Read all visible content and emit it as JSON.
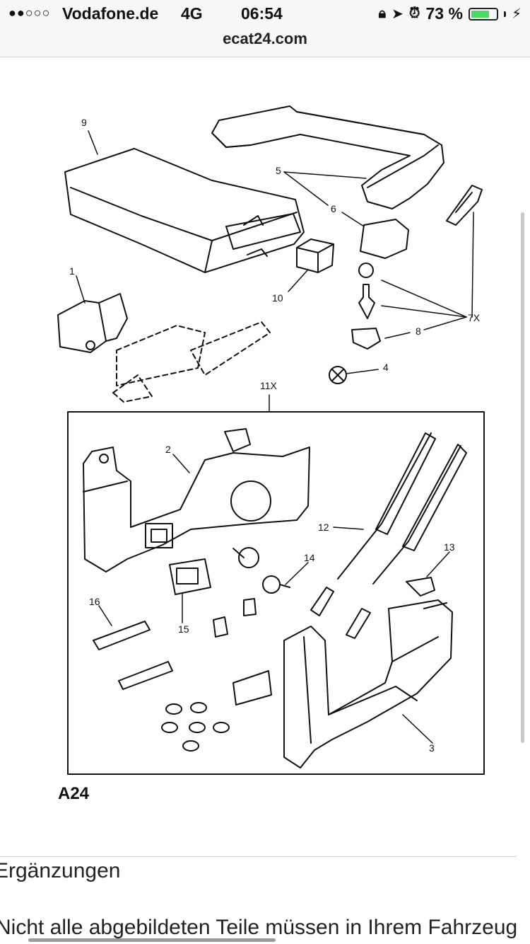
{
  "status_bar": {
    "signal": "●●○○○",
    "carrier": "Vodafone.de",
    "network": "4G",
    "time": "06:54",
    "battery_percent": "73 %",
    "battery_level": 0.73,
    "url": "ecat24.com"
  },
  "diagram": {
    "figure_id": "A24",
    "callouts": [
      "9",
      "5",
      "6",
      "1",
      "10",
      "7X",
      "8",
      "4",
      "11X",
      "2",
      "12",
      "13",
      "14",
      "16",
      "15",
      "3"
    ]
  },
  "section": {
    "title": "Ergänzungen",
    "notice": "Nicht alle abgebildeten Teile müssen in Ihrem Fahrzeug"
  },
  "colors": {
    "battery_green": "#4cd964",
    "status_bg": "#f7f7f7"
  }
}
